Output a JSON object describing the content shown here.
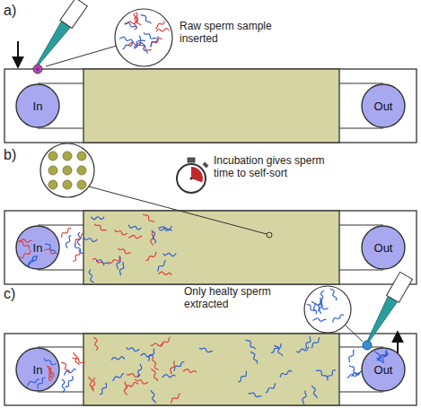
{
  "diagram": {
    "nodes": [
      {
        "text": [
          "In"
        ]
      },
      {
        "text": [
          "Out"
        ]
      },
      {
        "text": [
          "In"
        ]
      },
      {
        "text": [
          "Out"
        ]
      },
      {
        "text": [
          "In"
        ]
      },
      {
        "text": [
          "Out"
        ]
      }
    ],
    "labels": [
      "a)",
      "Raw sperm sample inserted",
      "b)",
      "Incubation gives sperm time to self-sort",
      "c)",
      "Only healty sperm extracted"
    ]
  }
}
